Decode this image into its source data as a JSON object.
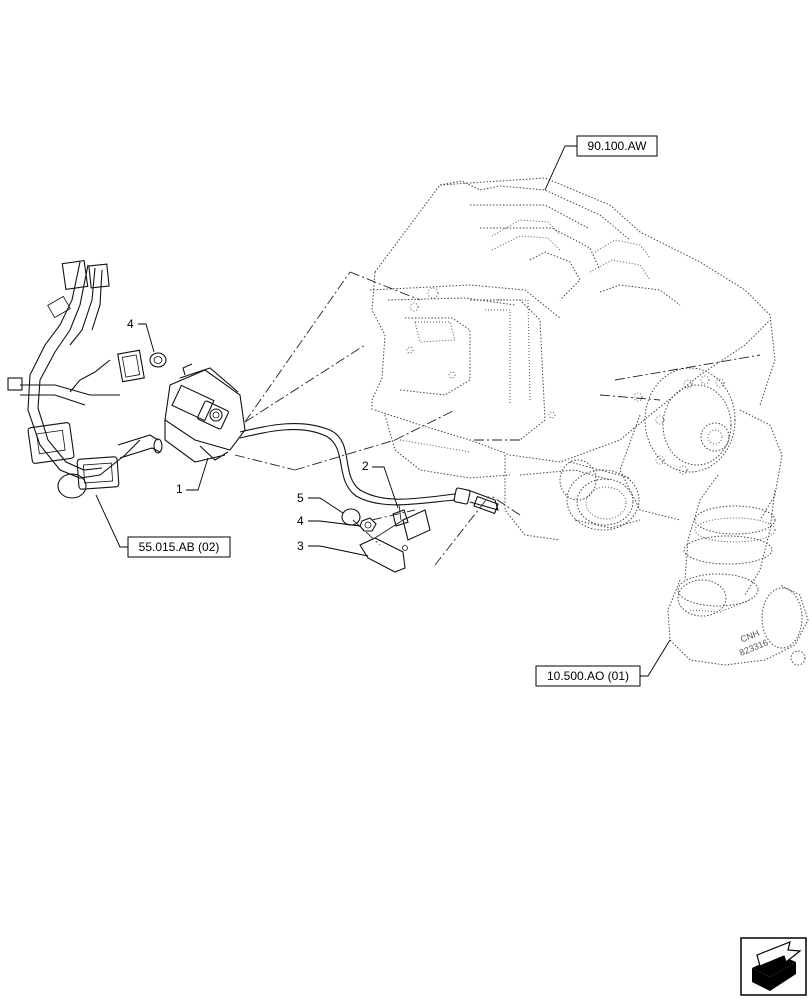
{
  "references": {
    "ref_top": "90.100.AW",
    "ref_left": "55.015.AB (02)",
    "ref_bottom": "10.500.AO (01)"
  },
  "callouts": {
    "c1": "1",
    "c2": "2",
    "c3": "3",
    "c4a": "4",
    "c4b": "4",
    "c5": "5"
  },
  "decal_text": {
    "line1": "CNH",
    "line2": "823316"
  },
  "icons": {
    "nav": "next-page-arrow-icon"
  }
}
